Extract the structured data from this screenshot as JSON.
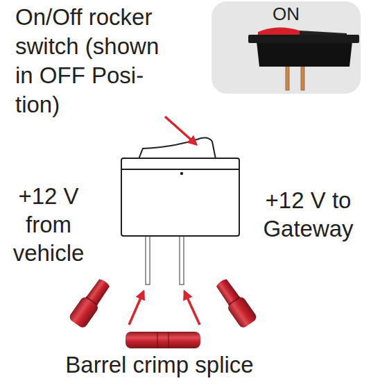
{
  "diagram": {
    "nodes": [
      {
        "text": [
          "ON"
        ]
      }
    ],
    "labels": [
      "On/Off rocker switch (shown in OFF Posi- tion)",
      "+12 V from vehicle",
      "+12 V to Gateway",
      "Barrel crimp splice"
    ]
  }
}
